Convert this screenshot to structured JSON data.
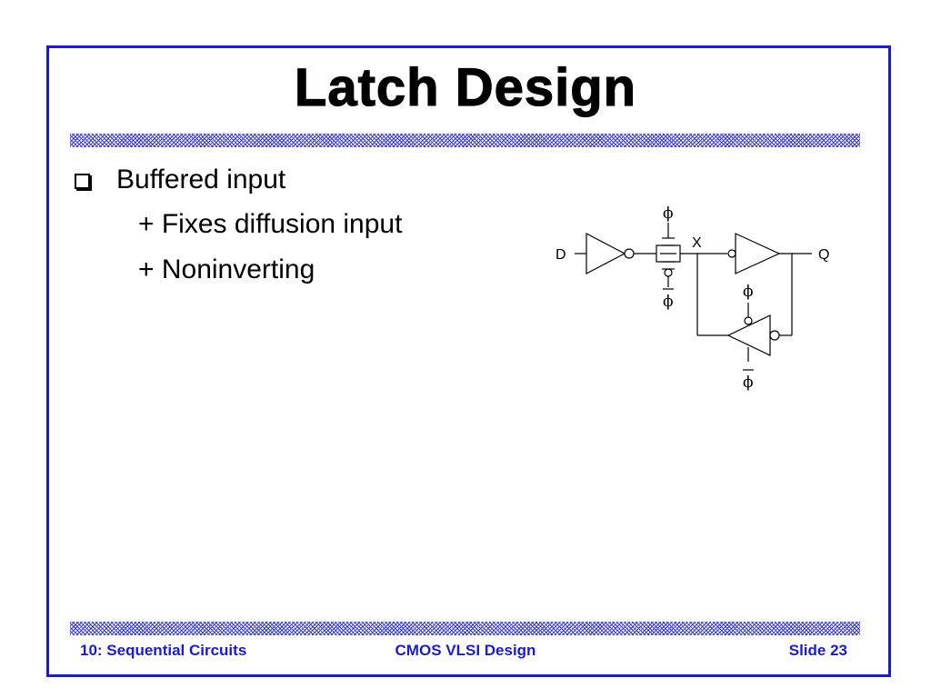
{
  "slide": {
    "title": "Latch Design",
    "bullets": {
      "main": "Buffered input",
      "sub": [
        "+ Fixes diffusion input",
        "+ Noninverting"
      ]
    },
    "footer": {
      "left": "10: Sequential Circuits",
      "center": "CMOS VLSI Design",
      "right": "Slide 23"
    },
    "colors": {
      "border": "#1a1ad6",
      "footer_text": "#1a1ad6",
      "hatch": "#3a3ad8"
    }
  },
  "schematic": {
    "labels": {
      "input": "D",
      "output": "Q",
      "node": "X",
      "phi": "ϕ"
    }
  }
}
